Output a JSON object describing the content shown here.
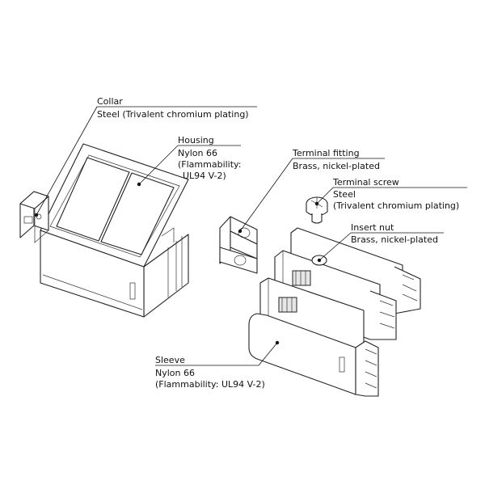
{
  "labels": {
    "collar_name": "Collar",
    "collar_material": "Steel (Trivalent chromium plating)",
    "housing_name": "Housing",
    "housing_material": "Nylon 66",
    "housing_flammability_1": "(Flammability:",
    "housing_flammability_2": "UL94 V-2)",
    "fitting_name": "Terminal fitting",
    "fitting_material": "Brass, nickel-plated",
    "screw_name": "Terminal screw",
    "screw_material": "Steel",
    "screw_plating": "(Trivalent chromium plating)",
    "nut_name": "Insert nut",
    "nut_material": "Brass, nickel-plated",
    "sleeve_name": "Sleeve",
    "sleeve_material": "Nylon 66",
    "sleeve_flammability": "(Flammability: UL94 V-2)"
  }
}
